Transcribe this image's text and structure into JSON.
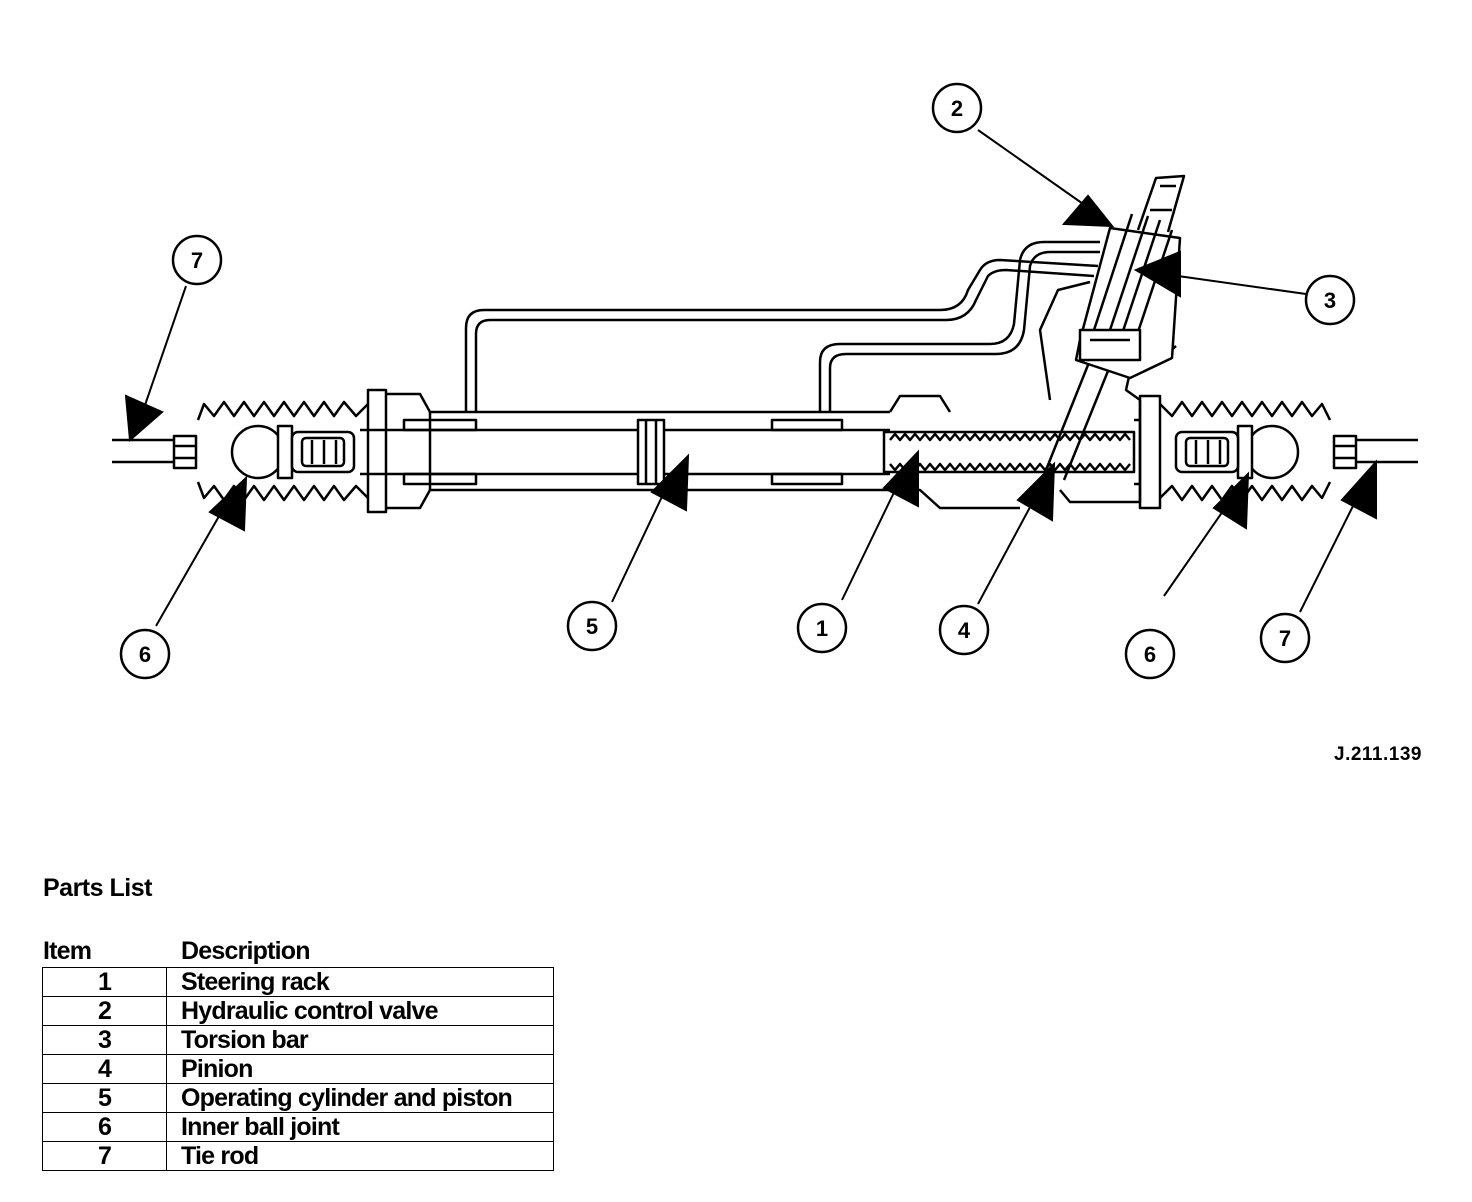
{
  "diagram": {
    "callouts": [
      "1",
      "2",
      "3",
      "4",
      "5",
      "6",
      "6",
      "7",
      "7"
    ],
    "reference_code": "J.211.139"
  },
  "parts_list": {
    "title": "Parts List",
    "header_item": "Item",
    "header_description": "Description",
    "rows": [
      {
        "item": "1",
        "description": "Steering rack"
      },
      {
        "item": "2",
        "description": "Hydraulic control valve"
      },
      {
        "item": "3",
        "description": "Torsion bar"
      },
      {
        "item": "4",
        "description": "Pinion"
      },
      {
        "item": "5",
        "description": "Operating cylinder and piston"
      },
      {
        "item": "6",
        "description": "Inner ball joint"
      },
      {
        "item": "7",
        "description": "Tie rod"
      }
    ]
  }
}
